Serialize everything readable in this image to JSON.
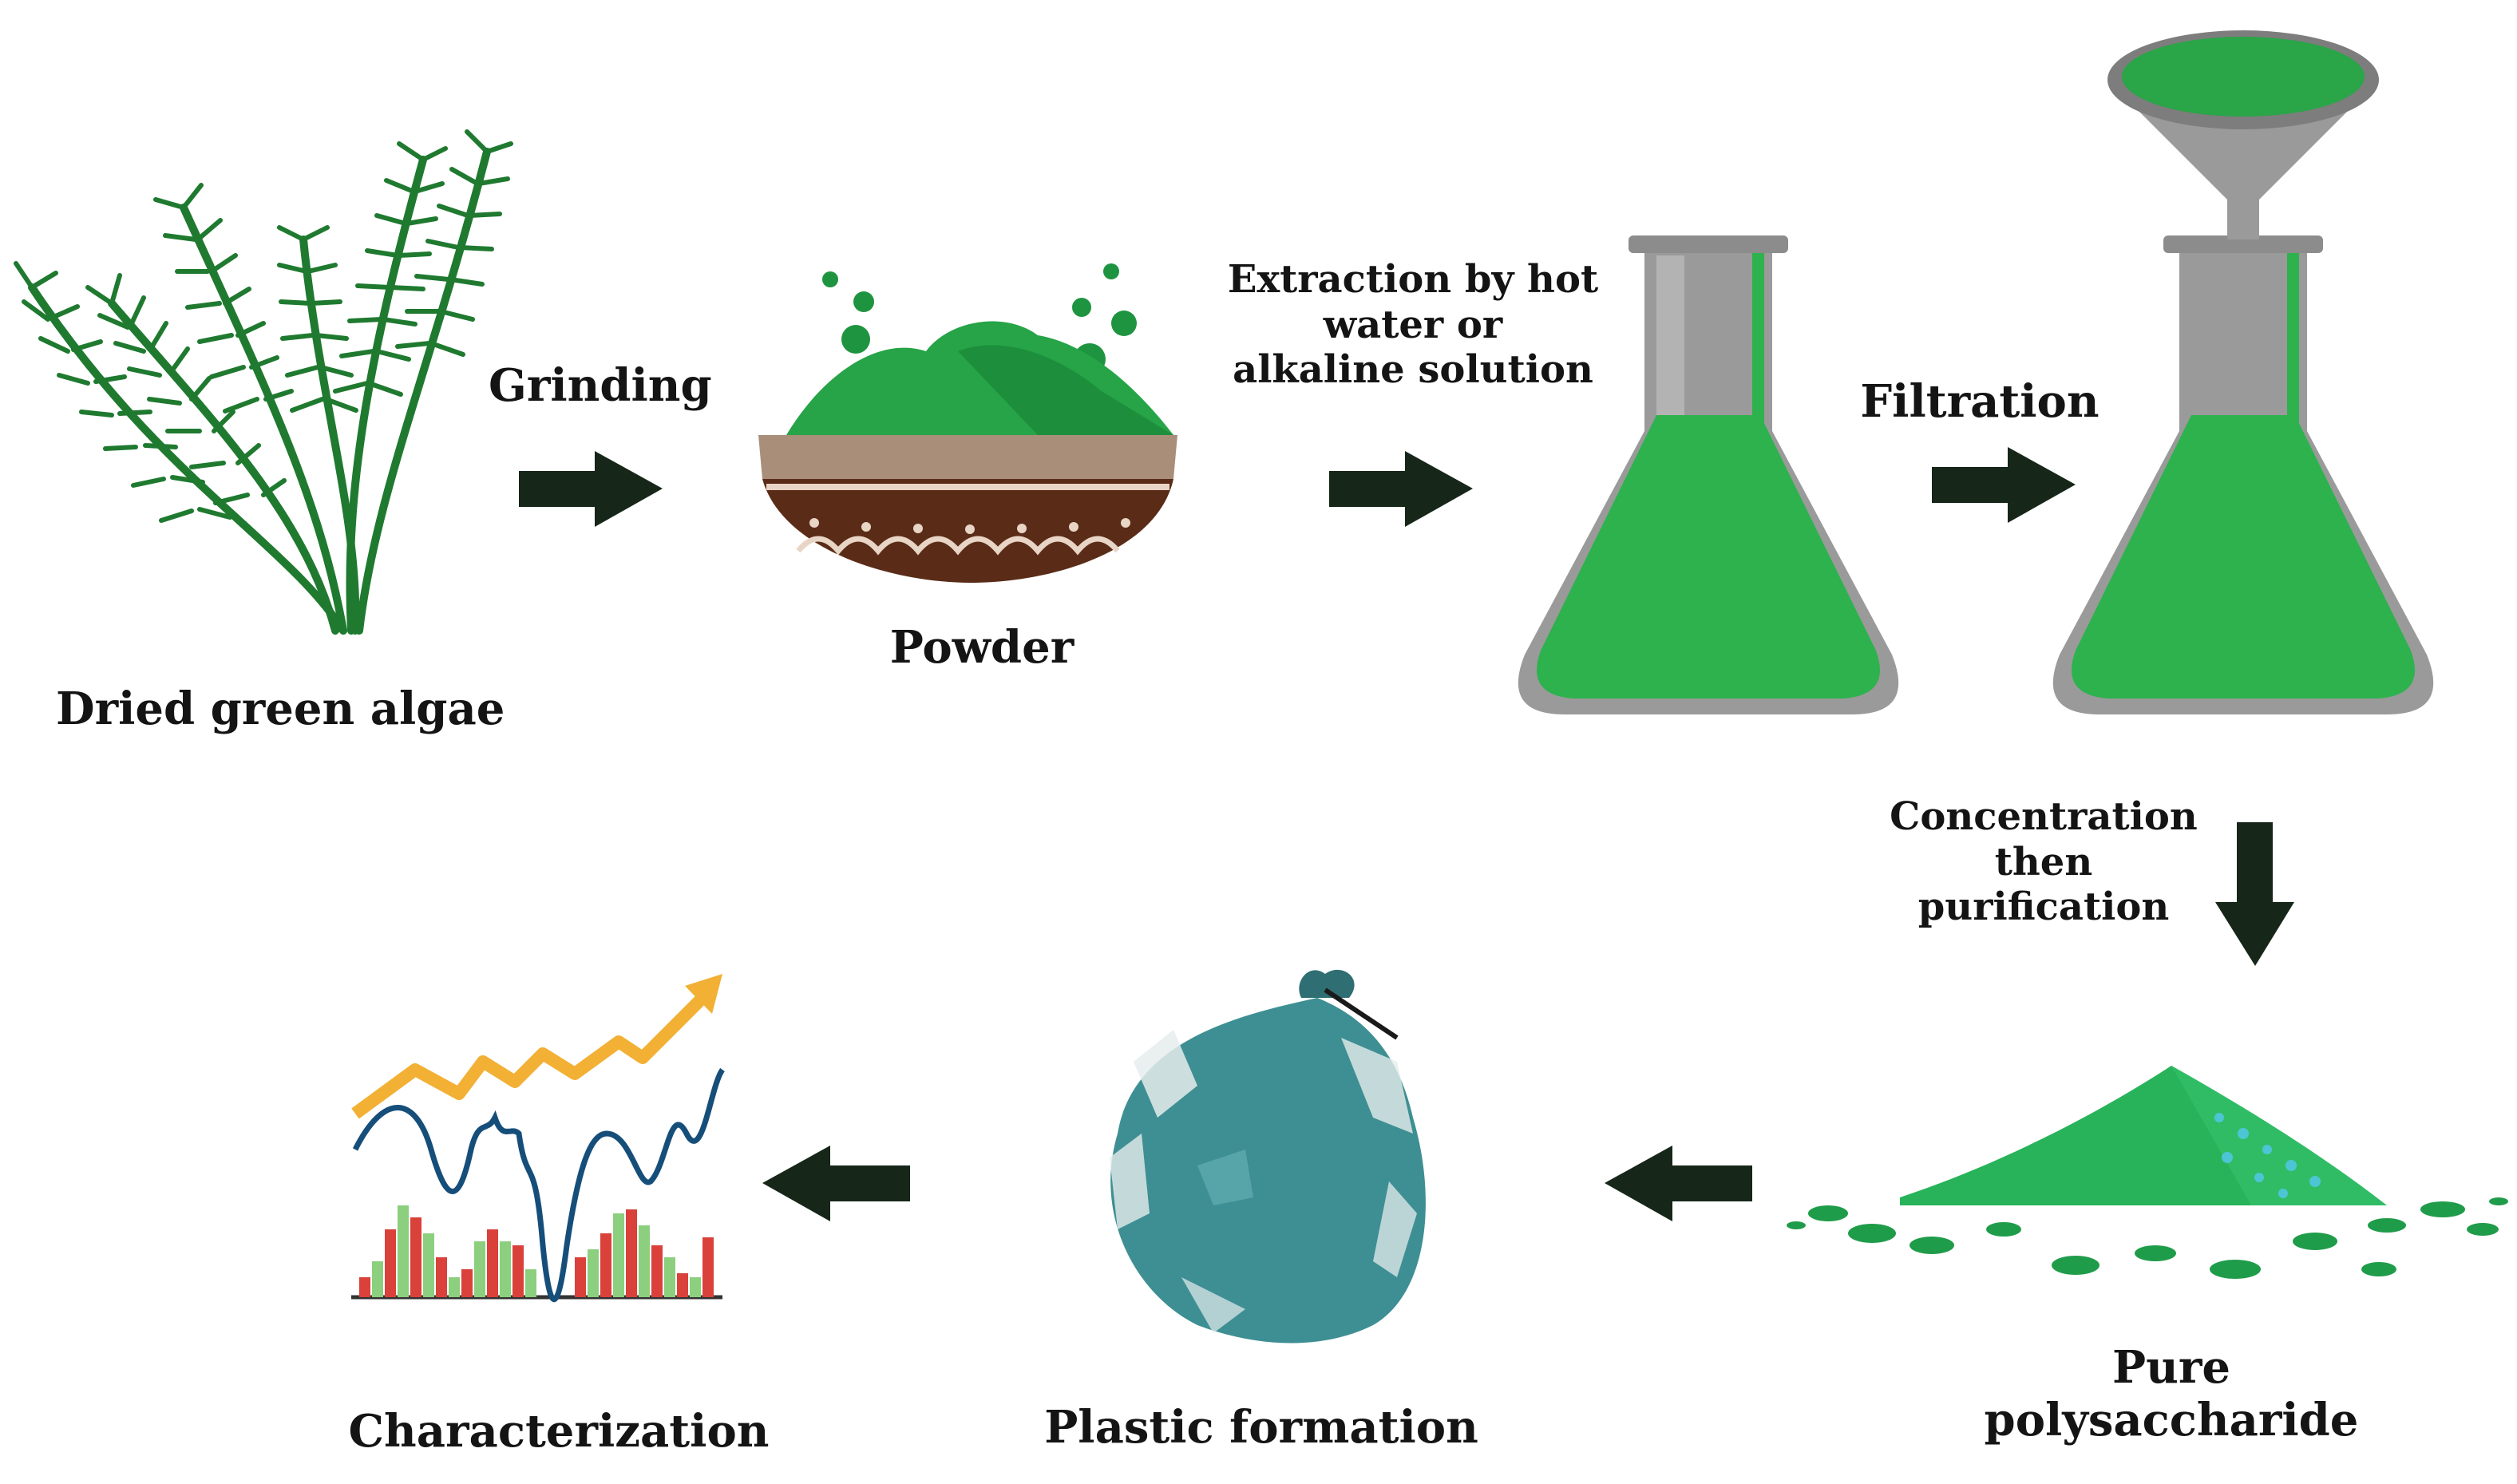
{
  "labels": {
    "algae": "Dried green algae",
    "powder": "Powder",
    "characterization": "Characterization",
    "plastic": "Plastic formation",
    "pure_line1": "Pure",
    "pure_line2": "polysaccharide"
  },
  "steps": {
    "grinding": "Grinding",
    "extraction_line1": "Extraction by hot",
    "extraction_line2": "water or",
    "extraction_line3": "alkaline solution",
    "filtration": "Filtration",
    "concentration_line1": "Concentration",
    "concentration_line2": "then",
    "concentration_line3": "purification"
  },
  "colors": {
    "green": "#22b04b",
    "dark_green": "#156b2e",
    "arrow": "#162619",
    "glass": "#9a9a9a",
    "bowl": "#5a2c18",
    "teal": "#3e8f93"
  }
}
